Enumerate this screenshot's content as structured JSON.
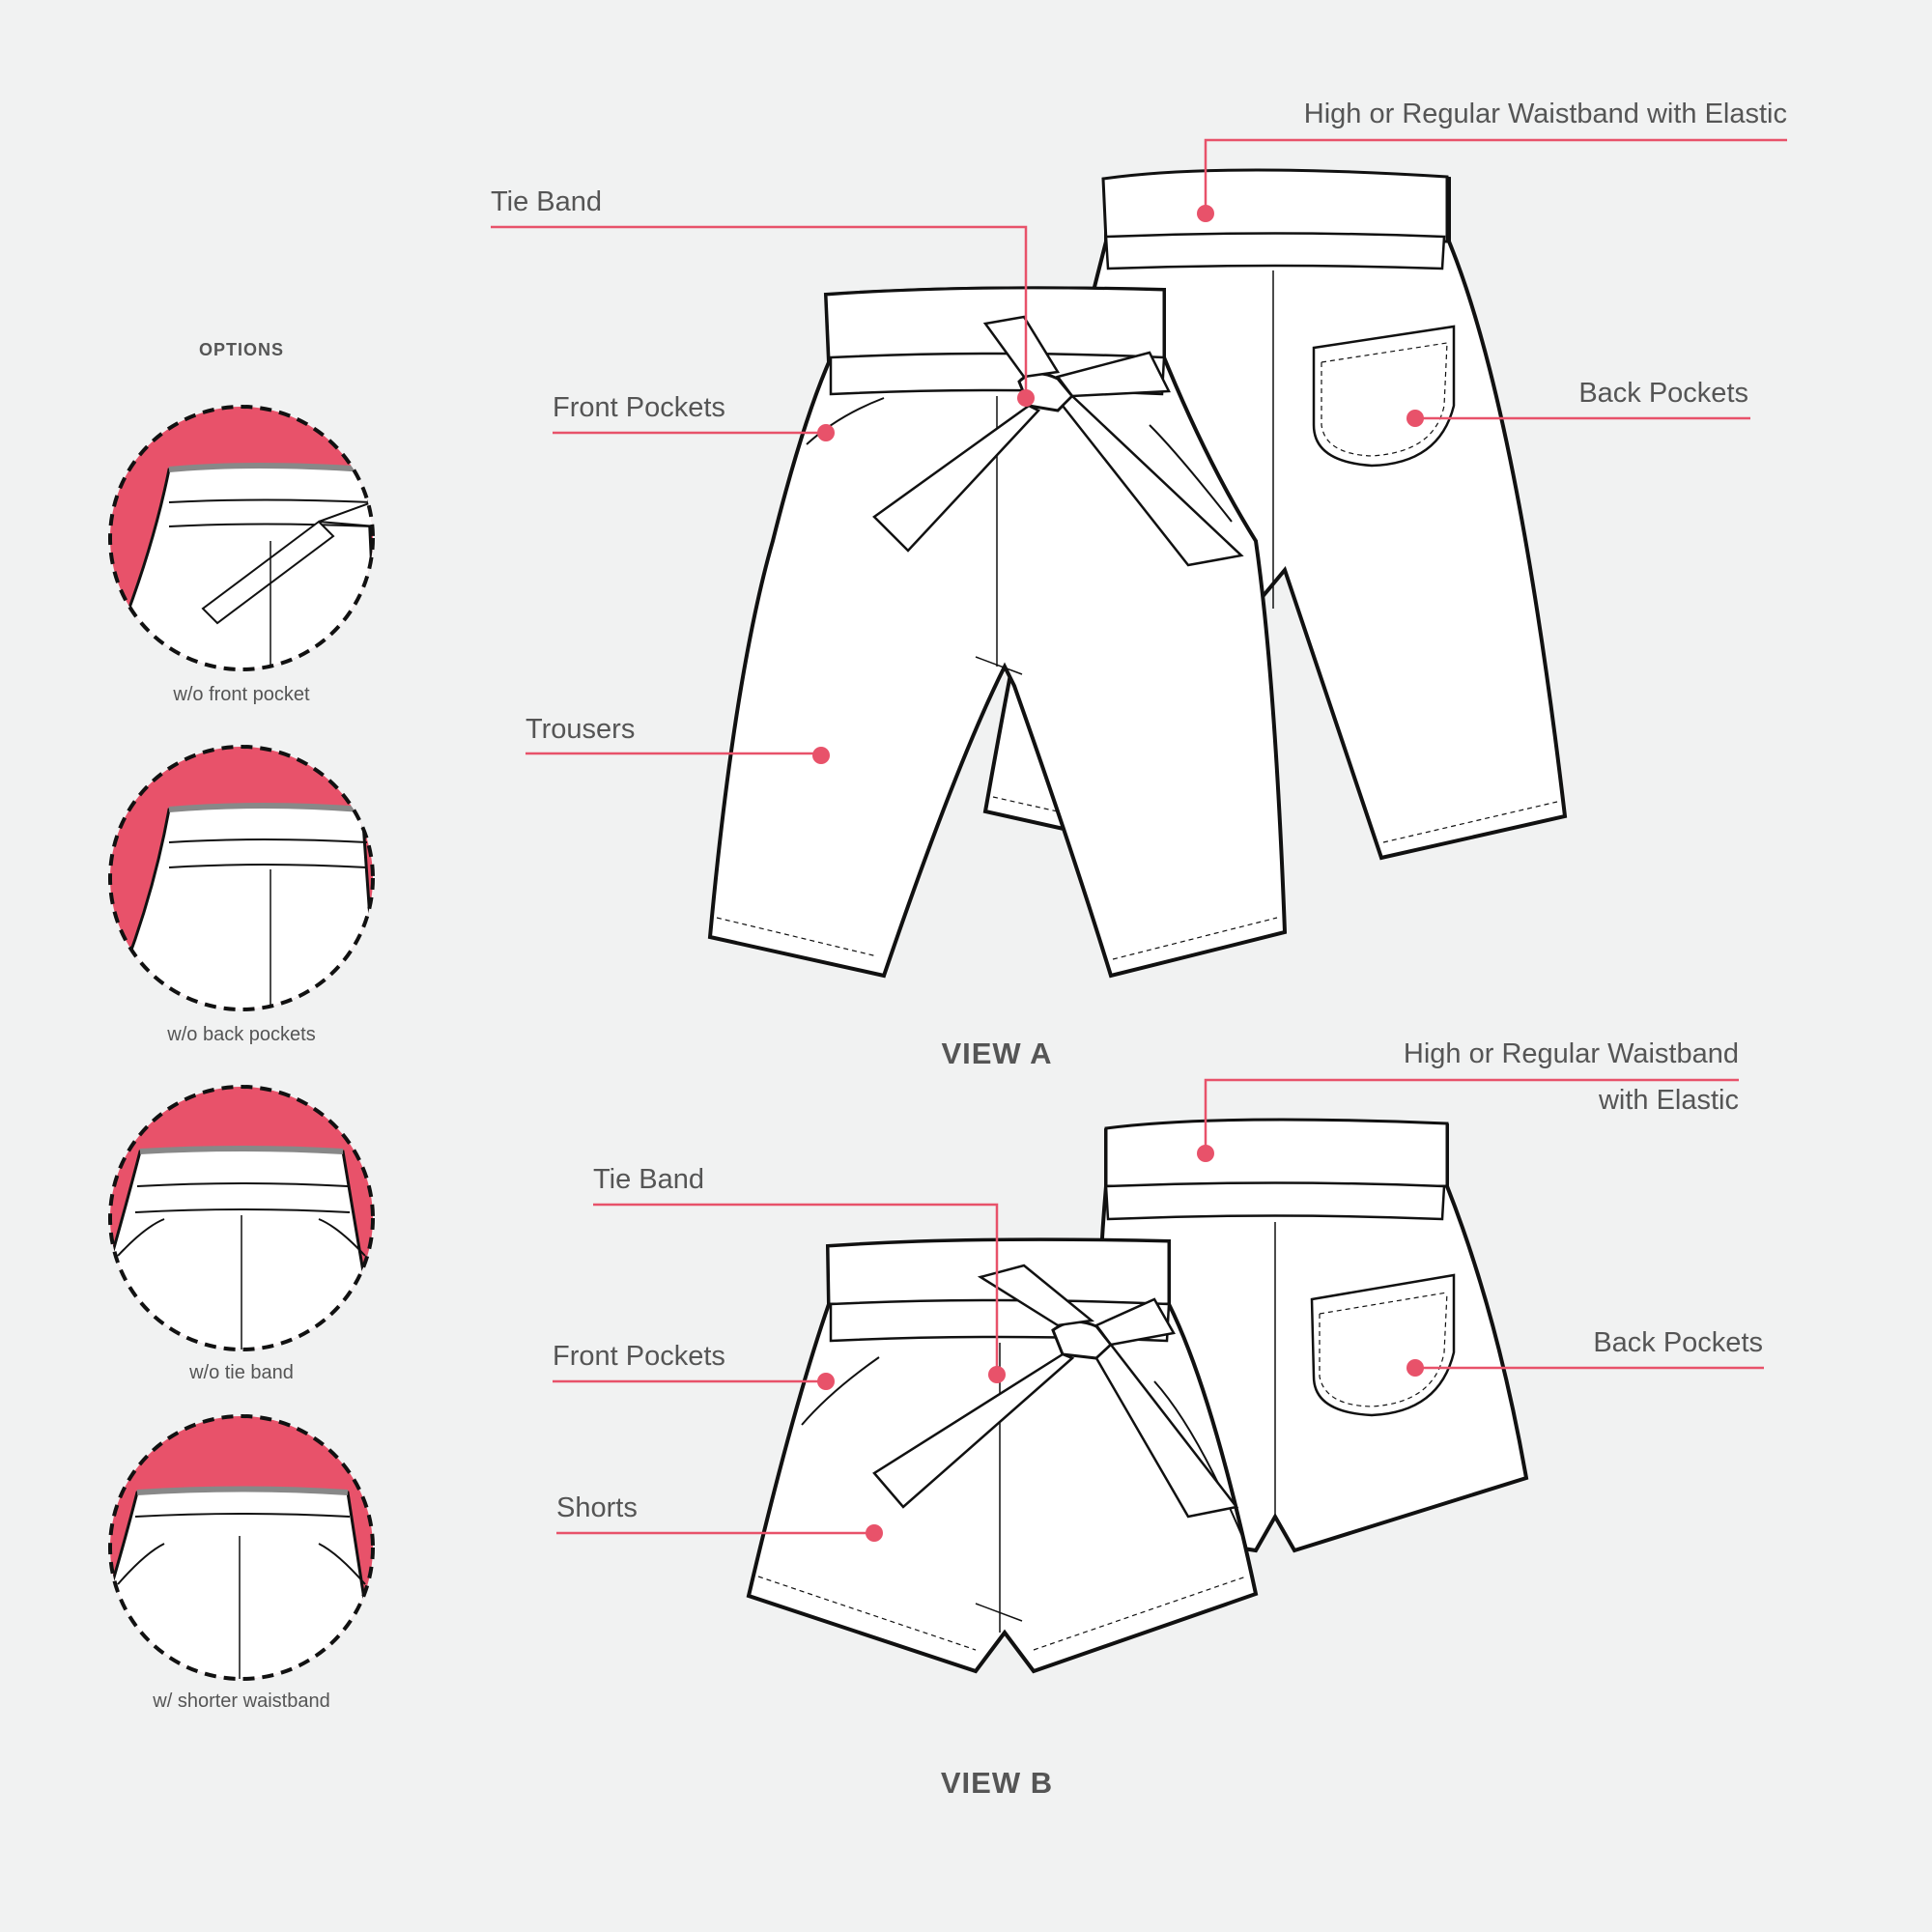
{
  "options": {
    "title": "OPTIONS",
    "items": [
      {
        "caption": "w/o front pocket"
      },
      {
        "caption": "w/o back pockets"
      },
      {
        "caption": "w/o tie band"
      },
      {
        "caption": "w/ shorter waistband"
      }
    ]
  },
  "view_a": {
    "title": "VIEW A",
    "labels": {
      "waistband": "High or Regular Waistband with Elastic",
      "tie_band": "Tie Band",
      "front_pockets": "Front Pockets",
      "back_pockets": "Back Pockets",
      "garment": "Trousers"
    }
  },
  "view_b": {
    "title": "VIEW B",
    "labels": {
      "waistband_line1": "High or Regular Waistband",
      "waistband_line2": "with Elastic",
      "tie_band": "Tie Band",
      "front_pockets": "Front Pockets",
      "back_pockets": "Back Pockets",
      "garment": "Shorts"
    }
  },
  "colors": {
    "accent": "#e8526a",
    "line": "#111111",
    "background": "#f1f2f2",
    "text": "#555555"
  }
}
